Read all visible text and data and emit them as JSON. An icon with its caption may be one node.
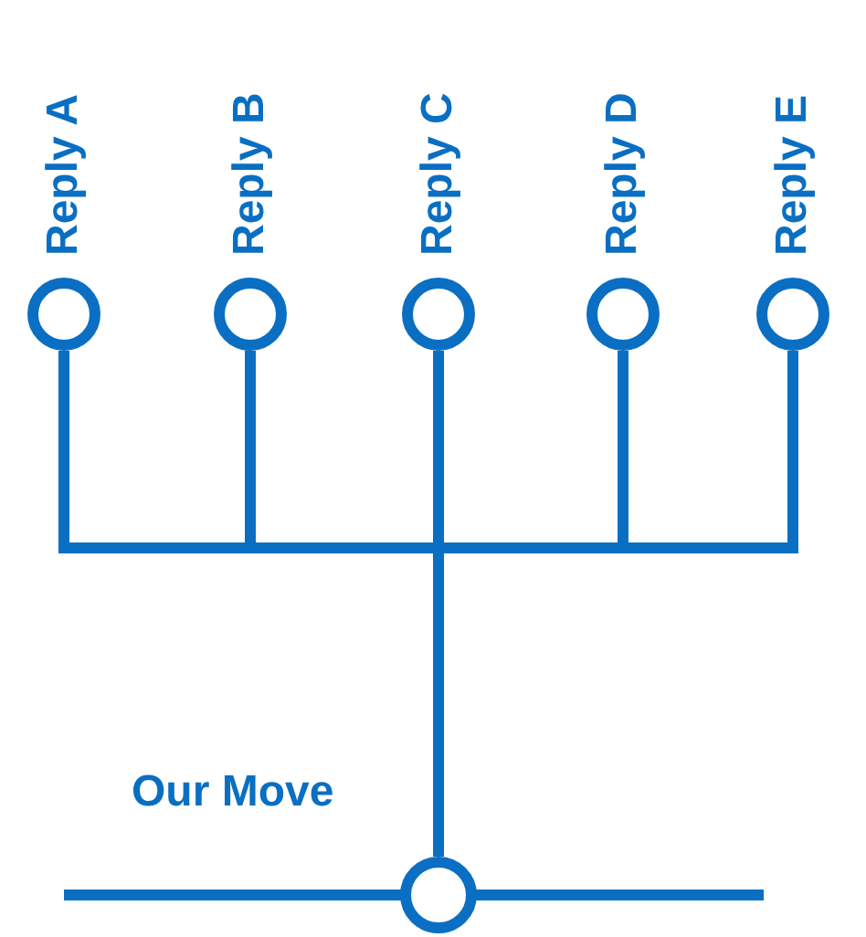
{
  "diagram": {
    "nodes": [
      {
        "text": [
          "Reply A"
        ]
      },
      {
        "text": [
          "Reply B"
        ]
      },
      {
        "text": [
          "Reply C"
        ]
      },
      {
        "text": [
          "Reply D"
        ]
      },
      {
        "text": [
          "Reply E"
        ]
      },
      {
        "text": [
          "Our Move"
        ]
      }
    ],
    "edges": [
      {
        "from": 5,
        "to": 0,
        "arrow": "none"
      },
      {
        "from": 5,
        "to": 1,
        "arrow": "none"
      },
      {
        "from": 5,
        "to": 2,
        "arrow": "none"
      },
      {
        "from": 5,
        "to": 3,
        "arrow": "none"
      },
      {
        "from": 5,
        "to": 4,
        "arrow": "none"
      }
    ]
  }
}
